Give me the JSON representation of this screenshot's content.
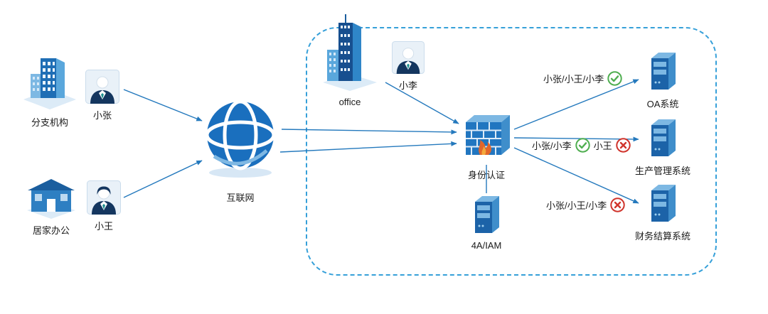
{
  "diagram": {
    "left": {
      "branch_label": "分支机构",
      "zhang_label": "小张",
      "home_label": "居家办公",
      "wang_label": "小王"
    },
    "internet_label": "互联网",
    "zone": {
      "office_label": "office",
      "li_label": "小李",
      "firewall_label": "身份认证",
      "iam_label": "4A/IAM",
      "systems": {
        "oa_label": "OA系统",
        "prod_label": "生产管理系统",
        "finance_label": "财务结算系统"
      },
      "permissions": {
        "oa_allowed": "小张/小王/小李",
        "prod_allowed": "小张/小李",
        "prod_denied": "小王",
        "finance_denied": "小张/小王/小李"
      }
    },
    "colors": {
      "line_blue": "#2479bd",
      "zone_border": "#36a0d9",
      "icon_blue_dark": "#1c63a8",
      "icon_blue_light": "#7db8e3",
      "allow_green": "#4fae50",
      "deny_red": "#d0342c",
      "flame_orange": "#e2662b"
    }
  }
}
